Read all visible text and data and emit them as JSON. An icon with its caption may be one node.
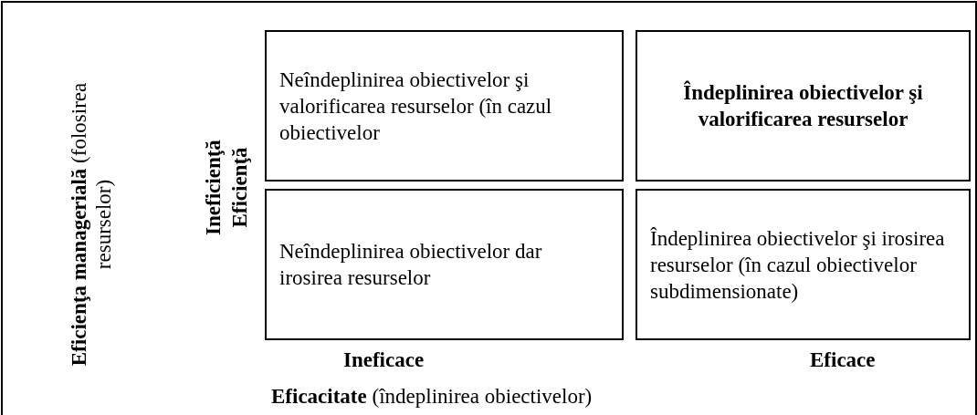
{
  "diagram": {
    "nodes": [
      {
        "text": [
          "Neîndeplinirea obiectivelor şi valorificarea resurselor (în cazul obiectivelor"
        ]
      },
      {
        "text": [
          "Îndeplinirea obiectivelor şi valorificarea resurselor"
        ]
      },
      {
        "text": [
          "Neîndeplinirea obiectivelor dar irosirea resurselor"
        ]
      },
      {
        "text": [
          "Îndeplinirea obiectivelor şi irosirea resurselor (în cazul obiectivelor subdimensionate)"
        ]
      }
    ],
    "labels": [
      "**Eficienţa managerială** (folosirea resurselor)",
      "Ineficienţă",
      "Eficienţă",
      "Ineficace",
      "Eficace",
      "**Eficacitate** (îndeplinirea obiectivelor)"
    ]
  }
}
